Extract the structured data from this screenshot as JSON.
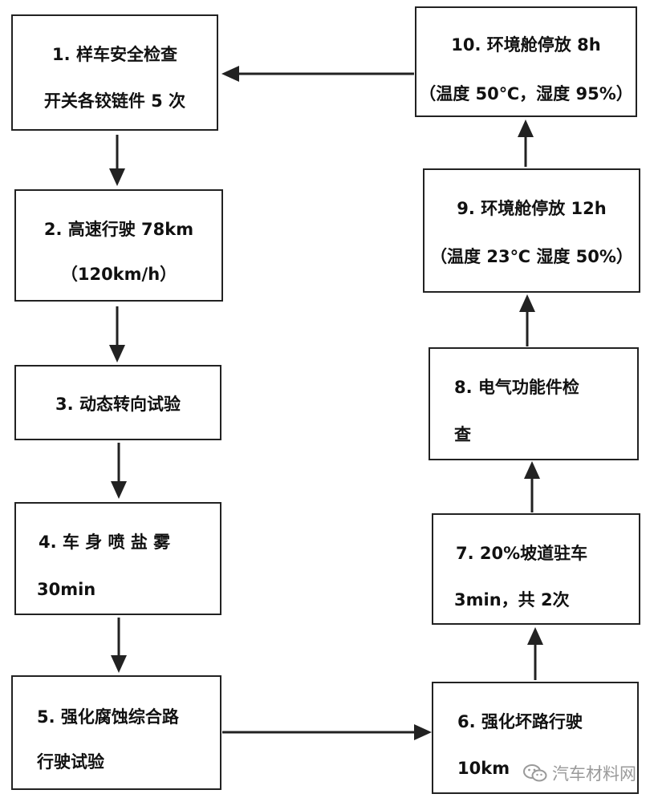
{
  "steps": [
    {
      "id": 1,
      "lines": [
        "1. 样车安全检查",
        "开关各铰链件 5 次"
      ]
    },
    {
      "id": 2,
      "lines": [
        "2. 高速行驶 78km",
        "（120km/h）"
      ]
    },
    {
      "id": 3,
      "lines": [
        "3. 动态转向试验"
      ]
    },
    {
      "id": 4,
      "lines": [
        "4.  车 身 喷 盐 雾",
        "30min"
      ]
    },
    {
      "id": 5,
      "lines": [
        "5. 强化腐蚀综合路",
        "行驶试验"
      ]
    },
    {
      "id": 6,
      "lines": [
        "6. 强化坏路行驶",
        "10km"
      ]
    },
    {
      "id": 7,
      "lines": [
        "7.  20%坡道驻车",
        "3min，共 2次"
      ]
    },
    {
      "id": 8,
      "lines": [
        "8. 电气功能件检",
        "查"
      ]
    },
    {
      "id": 9,
      "lines": [
        "9. 环境舱停放 12h",
        "（温度 23℃ 湿度 50%）"
      ]
    },
    {
      "id": 10,
      "lines": [
        "10. 环境舱停放 8h",
        "（温度 50℃，湿度 95%）"
      ]
    }
  ],
  "watermark": {
    "text": "汽车材料网",
    "icon": "wechat-icon"
  },
  "colors": {
    "stroke": "#222222",
    "watermark": "#9a9a9a"
  }
}
